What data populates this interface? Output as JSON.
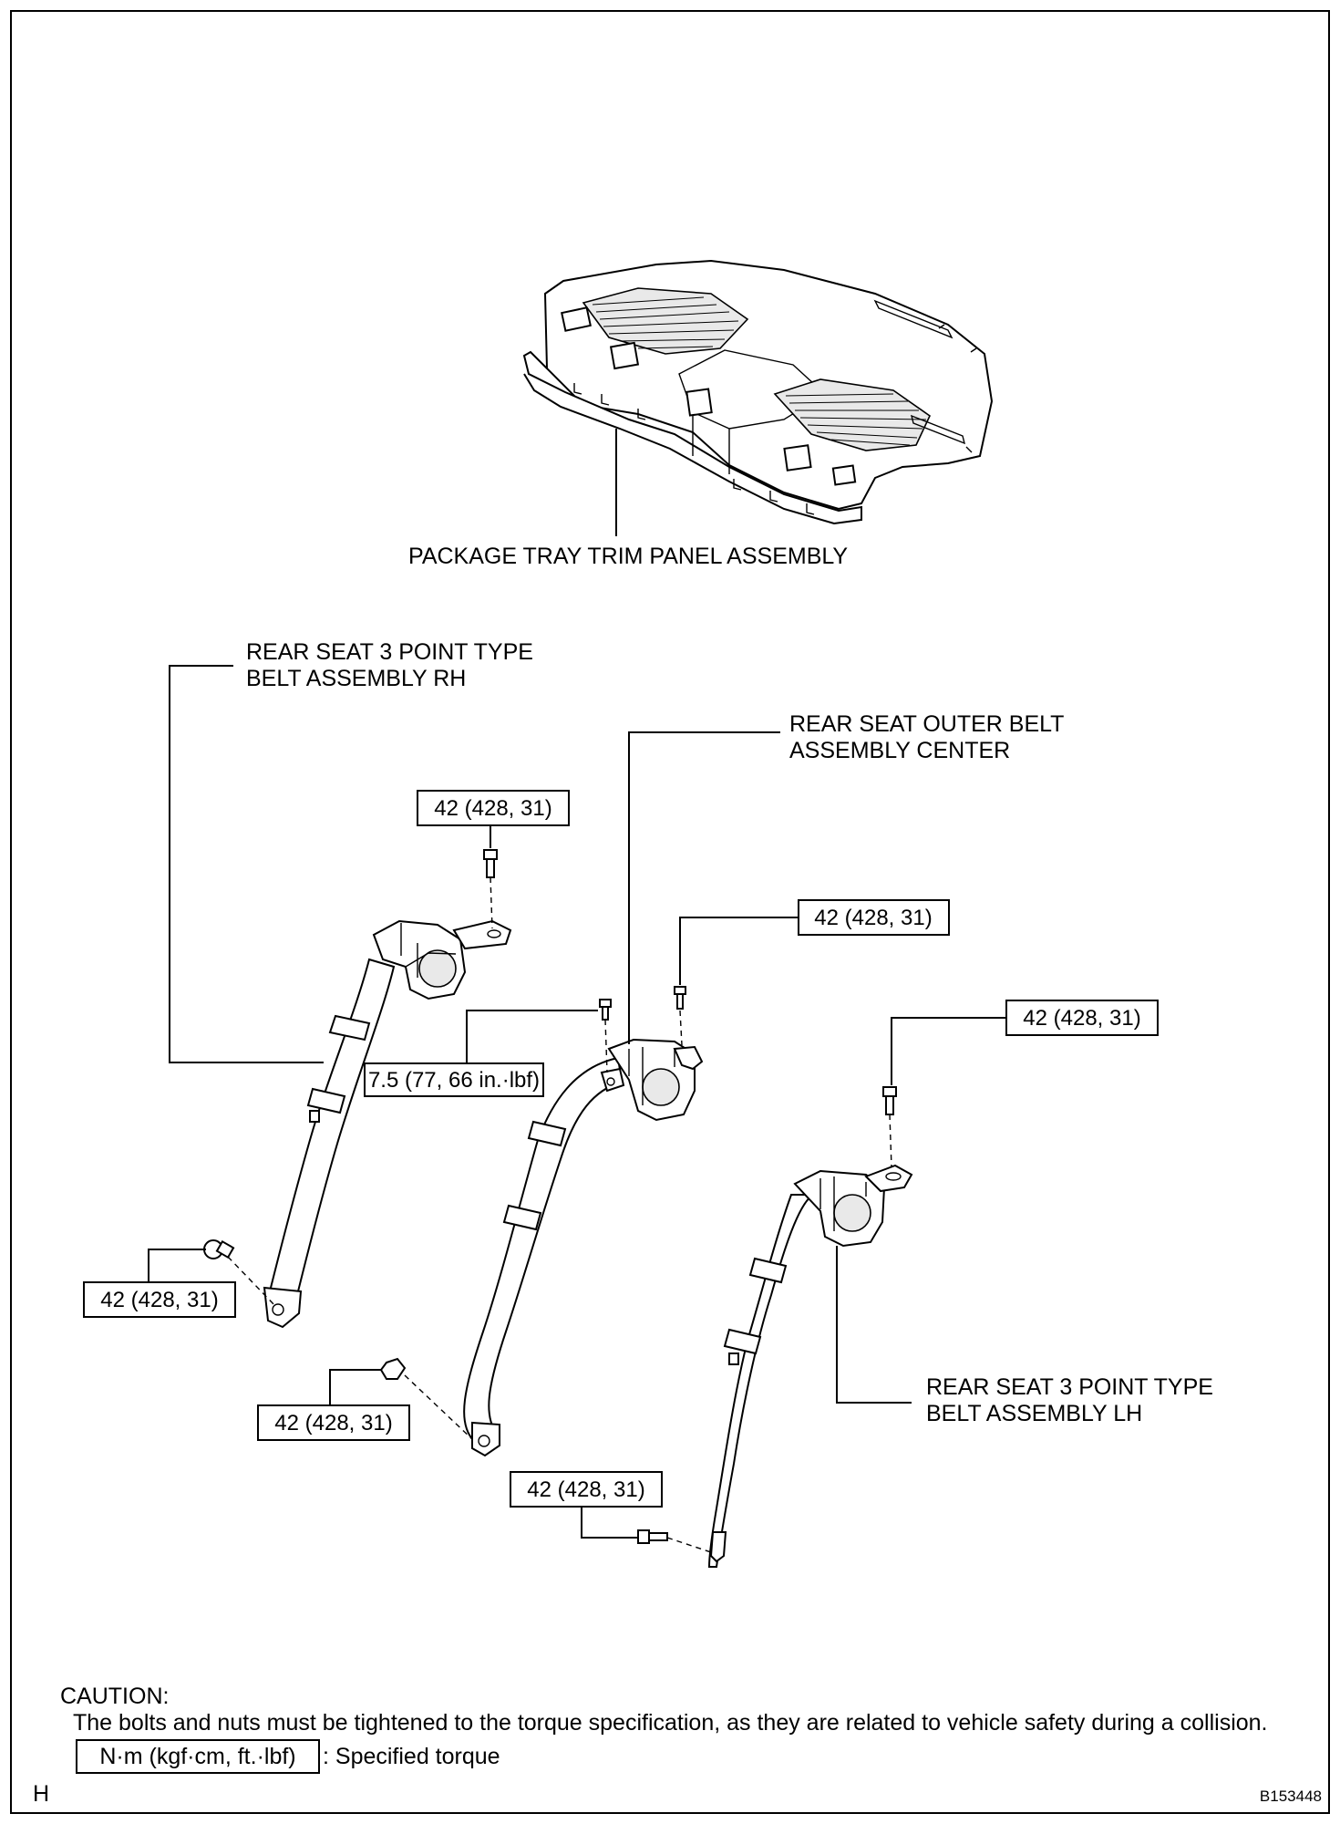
{
  "callouts": {
    "package_tray": "PACKAGE TRAY TRIM PANEL ASSEMBLY",
    "rh_belt_line1": "REAR SEAT 3 POINT TYPE",
    "rh_belt_line2": "BELT ASSEMBLY RH",
    "center_belt_line1": "REAR SEAT OUTER BELT",
    "center_belt_line2": "ASSEMBLY CENTER",
    "lh_belt_line1": "REAR SEAT 3 POINT TYPE",
    "lh_belt_line2": "BELT ASSEMBLY LH"
  },
  "torques": {
    "rh_upper": "42 (428, 31)",
    "center_upper": "42 (428, 31)",
    "lh_upper": "42 (428, 31)",
    "center_small": "7.5 (77, 66 in.·lbf)",
    "rh_lower": "42 (428, 31)",
    "center_lower": "42 (428, 31)",
    "lh_lower": "42 (428, 31)"
  },
  "caution": {
    "title": "CAUTION:",
    "text": "The bolts and nuts must be tightened to the torque specification, as they are related to vehicle safety during a collision.",
    "legend_box": "N·m (kgf·cm, ft.·lbf)",
    "legend_text": ": Specified torque"
  },
  "footer": {
    "left_code": "H",
    "figure_id": "B153448"
  }
}
